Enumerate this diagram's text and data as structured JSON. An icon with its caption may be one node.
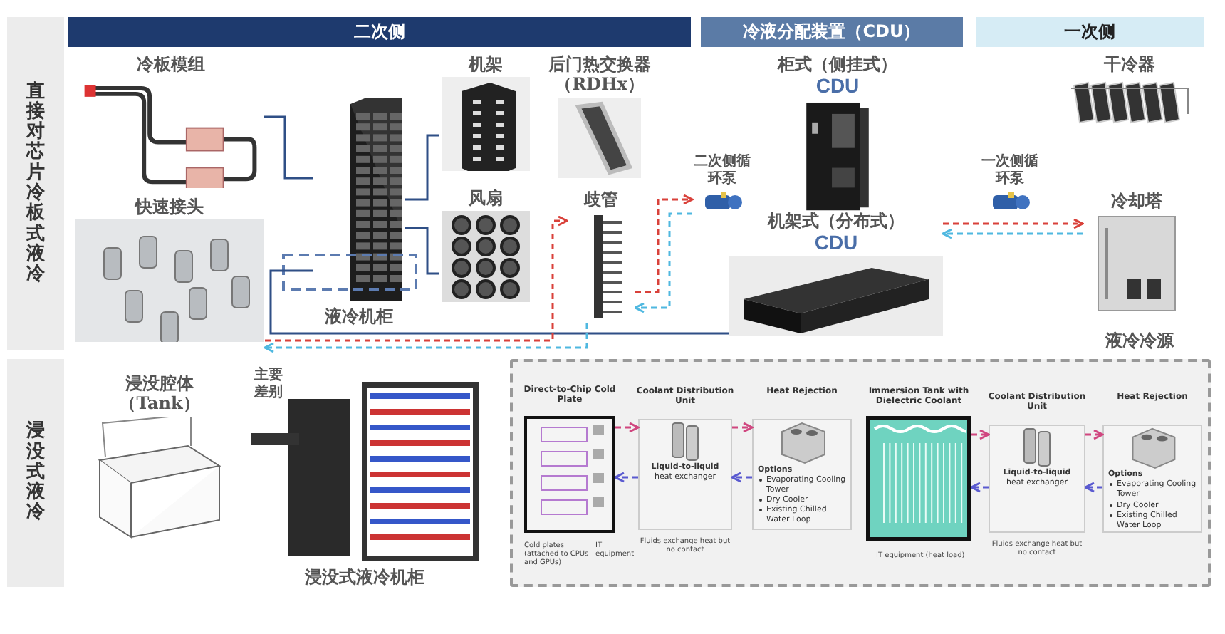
{
  "diagram": {
    "nodes": [
      {
        "text": [
          "二次侧"
        ]
      },
      {
        "text": [
          "冷液分配装置（CDU）"
        ]
      },
      {
        "text": [
          "一次侧"
        ]
      },
      {
        "text": [
          "直接对芯片冷板式液冷"
        ]
      },
      {
        "text": [
          "浸没式液冷"
        ]
      },
      {
        "text": [
          "冷板模组"
        ]
      },
      {
        "text": [
          "快速接头"
        ]
      },
      {
        "text": [
          "液冷机柜"
        ]
      },
      {
        "text": [
          "机架"
        ]
      },
      {
        "text": [
          "风扇"
        ]
      },
      {
        "text": [
          "后门热交换器（RDHx）"
        ]
      },
      {
        "text": [
          "歧管"
        ]
      },
      {
        "text": [
          "二次侧循环泵"
        ]
      },
      {
        "text": [
          "柜式（侧挂式）",
          "CDU"
        ]
      },
      {
        "text": [
          "机架式（分布式）",
          "CDU"
        ]
      },
      {
        "text": [
          "一次侧循环泵"
        ]
      },
      {
        "text": [
          "干冷器"
        ]
      },
      {
        "text": [
          "冷却塔"
        ]
      },
      {
        "text": [
          "浸没腔体（Tank）"
        ]
      },
      {
        "text": [
          "浸没式液冷机柜"
        ],
        "beside": [
          "主要差别"
        ]
      },
      {
        "text": [],
        "shape": "box"
      },
      {
        "text": [
          "Direct-to-Chip Cold Plate"
        ],
        "beside": [
          "Cold plates (attached to CPUs and GPUs)",
          "IT equipment"
        ],
        "in": 20
      },
      {
        "text": [
          "Coolant Distribution Unit",
          "**Liquid-to-liquid** heat exchanger"
        ],
        "beside": [
          "Fluids exchange heat but no contact"
        ],
        "in": 20
      },
      {
        "text": [
          "Heat Rejection",
          "Options",
          "Evaporating Cooling Tower",
          "Dry Cooler",
          "Existing Chilled Water Loop"
        ],
        "in": 20
      },
      {
        "text": [
          "Immersion Tank with Dielectric Coolant"
        ],
        "beside": [
          "IT equipment (heat load)"
        ],
        "in": 20
      },
      {
        "text": [
          "Coolant Distribution Unit",
          "**Liquid-to-liquid** heat exchanger"
        ],
        "beside": [
          "Fluids exchange heat but no contact"
        ],
        "in": 20
      },
      {
        "text": [
          "Heat Rejection",
          "Options",
          "Evaporating Cooling Tower",
          "Dry Cooler",
          "Existing Chilled Water Loop"
        ],
        "in": 20
      }
    ],
    "edges": [
      {
        "from": 5,
        "to": 7,
        "arrow": "none"
      },
      {
        "from": 7,
        "to": 8,
        "arrow": "none"
      },
      {
        "from": 7,
        "to": 9,
        "arrow": "none"
      },
      {
        "from": 7,
        "to": 14,
        "arrow": "none"
      },
      {
        "from": 6,
        "to": 11,
        "arrow": "to",
        "style": "dashed",
        "color": "#d9413a"
      },
      {
        "from": 11,
        "to": 6,
        "arrow": "to",
        "style": "dashed",
        "color": "#4fb8e0"
      },
      {
        "from": 11,
        "to": 12,
        "arrow": "to",
        "style": "dashed",
        "color": "#d9413a"
      },
      {
        "from": 12,
        "to": 11,
        "arrow": "to",
        "style": "dashed",
        "color": "#4fb8e0"
      },
      {
        "from": 14,
        "to": 17,
        "arrow": "to",
        "style": "dashed",
        "color": "#d9413a"
      },
      {
        "from": 17,
        "to": 14,
        "arrow": "to",
        "style": "dashed",
        "color": "#4fb8e0"
      },
      {
        "from": 21,
        "to": 22,
        "arrow": "to",
        "style": "dashed",
        "color": "#d0467f"
      },
      {
        "from": 22,
        "to": 21,
        "arrow": "to",
        "style": "dashed",
        "color": "#5a5ad0"
      },
      {
        "from": 22,
        "to": 23,
        "arrow": "to",
        "style": "dashed",
        "color": "#d0467f"
      },
      {
        "from": 23,
        "to": 22,
        "arrow": "to",
        "style": "dashed",
        "color": "#5a5ad0"
      },
      {
        "from": 24,
        "to": 25,
        "arrow": "to",
        "style": "dashed",
        "color": "#d0467f"
      },
      {
        "from": 25,
        "to": 24,
        "arrow": "to",
        "style": "dashed",
        "color": "#5a5ad0"
      },
      {
        "from": 25,
        "to": 26,
        "arrow": "to",
        "style": "dashed",
        "color": "#d0467f"
      },
      {
        "from": 26,
        "to": 25,
        "arrow": "to",
        "style": "dashed",
        "color": "#5a5ad0"
      }
    ],
    "labels": [
      "液冷冷源"
    ]
  }
}
